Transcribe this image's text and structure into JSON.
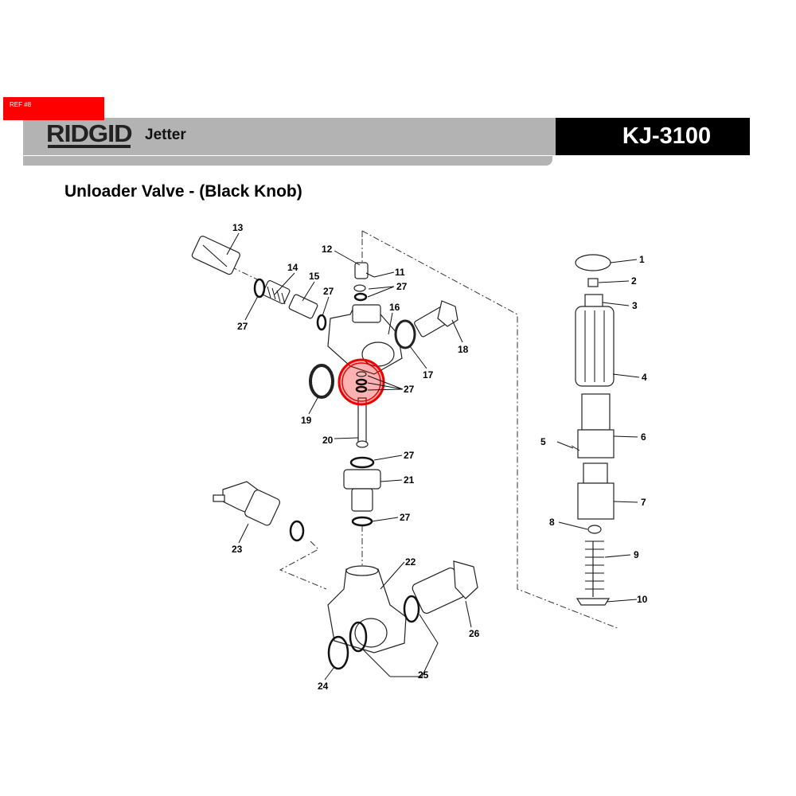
{
  "ref_tag": "REF #8",
  "header": {
    "brand": "RIDGID",
    "product": "Jetter",
    "model": "KJ-3100"
  },
  "page_title": "Unloader Valve - (Black Knob)",
  "highlight_color": "#ff0000",
  "callouts": {
    "c1": "1",
    "c2": "2",
    "c3": "3",
    "c4": "4",
    "c5": "5",
    "c6": "6",
    "c7": "7",
    "c8": "8",
    "c9": "9",
    "c10": "10",
    "c11": "11",
    "c12": "12",
    "c13": "13",
    "c14": "14",
    "c15": "15",
    "c16": "16",
    "c17": "17",
    "c18": "18",
    "c19": "19",
    "c20": "20",
    "c21": "21",
    "c22": "22",
    "c23": "23",
    "c24": "24",
    "c25": "25",
    "c26": "26",
    "c27a": "27",
    "c27b": "27",
    "c27c": "27",
    "c27d": "27",
    "c27e": "27",
    "c27f": "27",
    "c27g": "27"
  }
}
